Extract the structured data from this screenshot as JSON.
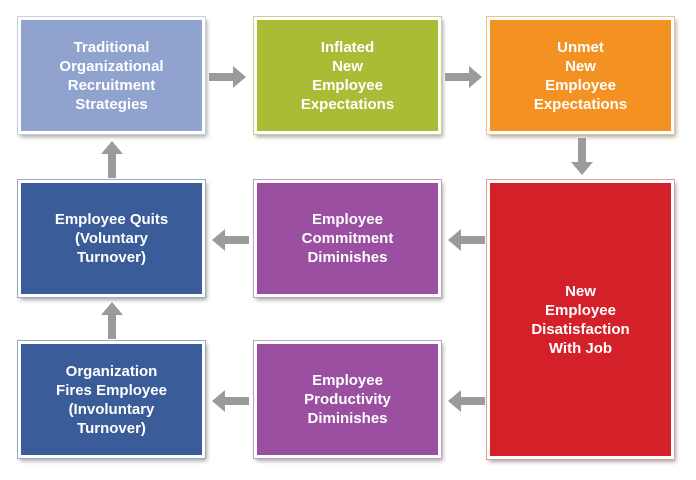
{
  "colors": {
    "recruitment": "#8fa3ce",
    "inflated": "#aabc36",
    "unmet": "#f39222",
    "quits": "#3a5c99",
    "commitment": "#9b4fa1",
    "dissatisfaction": "#d42129",
    "fires": "#3a5c99",
    "productivity": "#9b4fa1",
    "arrow": "#9b9b9b"
  },
  "boxes": {
    "recruitment": "Traditional\nOrganizational\nRecruitment\nStrategies",
    "inflated": "Inflated\nNew\nEmployee\nExpectations",
    "unmet": "Unmet\nNew\nEmployee\nExpectations",
    "quits": "Employee Quits\n(Voluntary\nTurnover)",
    "commitment": "Employee\nCommitment\nDiminishes",
    "dissatisfaction": "New\nEmployee\nDisatisfaction\nWith Job",
    "fires": "Organization\nFires Employee\n(Involuntary\nTurnover)",
    "productivity": "Employee\nProductivity\nDiminishes"
  }
}
